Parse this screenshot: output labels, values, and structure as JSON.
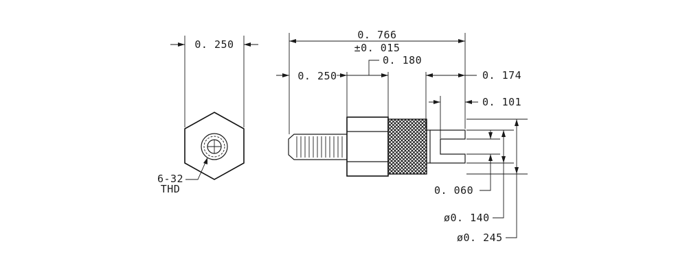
{
  "dimensions": {
    "hex_width": "0. 250",
    "overall_length": "0. 766",
    "overall_tolerance": "±0. 015",
    "thread_length": "0. 250",
    "knurl_length": "0. 180",
    "fork_length": "0. 174",
    "slot_depth": "0. 101",
    "slot_width": "0. 060",
    "fork_diameter": "ø0. 140",
    "body_diameter": "ø0. 245"
  },
  "callout": {
    "thread_size": "6-32",
    "thread_type": "THD"
  }
}
